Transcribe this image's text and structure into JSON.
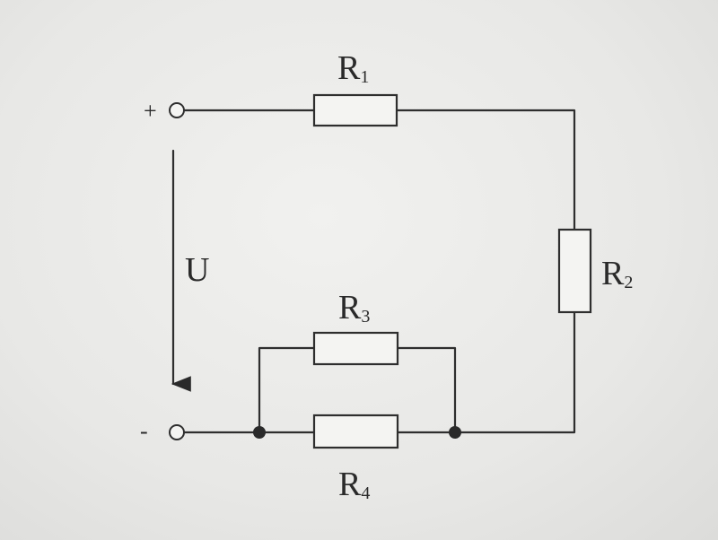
{
  "diagram": {
    "terminals": {
      "positive_sign": "+",
      "negative_sign": "-"
    },
    "voltage_label": "U",
    "resistors": [
      {
        "letter": "R",
        "index": "1"
      },
      {
        "letter": "R",
        "index": "2"
      },
      {
        "letter": "R",
        "index": "3"
      },
      {
        "letter": "R",
        "index": "4"
      }
    ]
  }
}
